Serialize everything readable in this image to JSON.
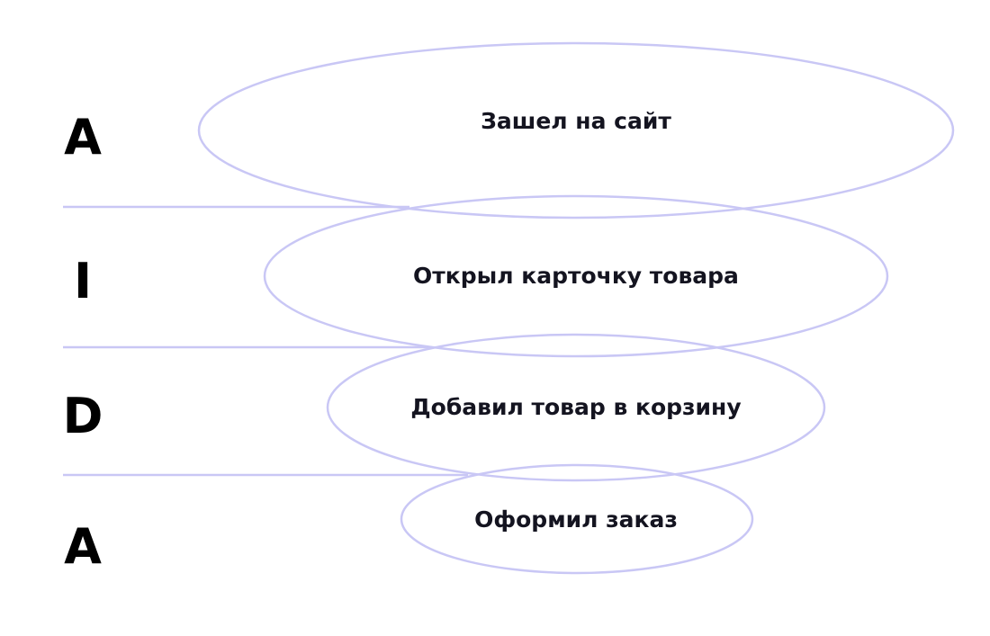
{
  "colors": {
    "outline": "#c9c7f5",
    "text": "#141420"
  },
  "stages": [
    {
      "letter": "A",
      "label": "Зашел на сайт"
    },
    {
      "letter": "I",
      "label": "Открыл карточку товара"
    },
    {
      "letter": "D",
      "label": "Добавил товар в корзину"
    },
    {
      "letter": "A",
      "label": "Оформил заказ"
    }
  ]
}
